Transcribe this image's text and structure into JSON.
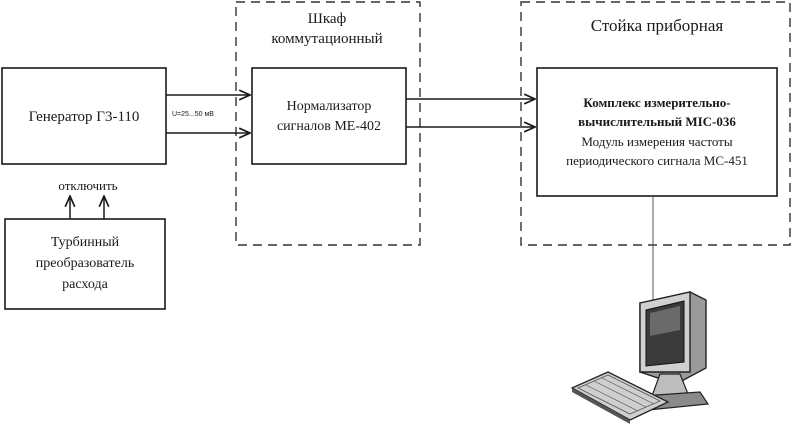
{
  "containers": {
    "cabinet_line1": "Шкаф",
    "cabinet_line2": "коммутационный",
    "rack": "Стойка приборная"
  },
  "blocks": {
    "generator": "Генератор Г3-110",
    "normalizer_line1": "Нормализатор",
    "normalizer_line2": "сигналов МЕ-402",
    "complex_line1": "Комплекс измерительно-",
    "complex_line2": "вычислительный МIC-036",
    "complex_line3": "Модуль измерения частоты",
    "complex_line4": "периодического сигнала МС-451",
    "turbine_line1": "Турбинный",
    "turbine_line2": "преобразователь",
    "turbine_line3": "расхода"
  },
  "labels": {
    "voltage": "U=25...50 мВ",
    "disconnect": "отключить"
  }
}
